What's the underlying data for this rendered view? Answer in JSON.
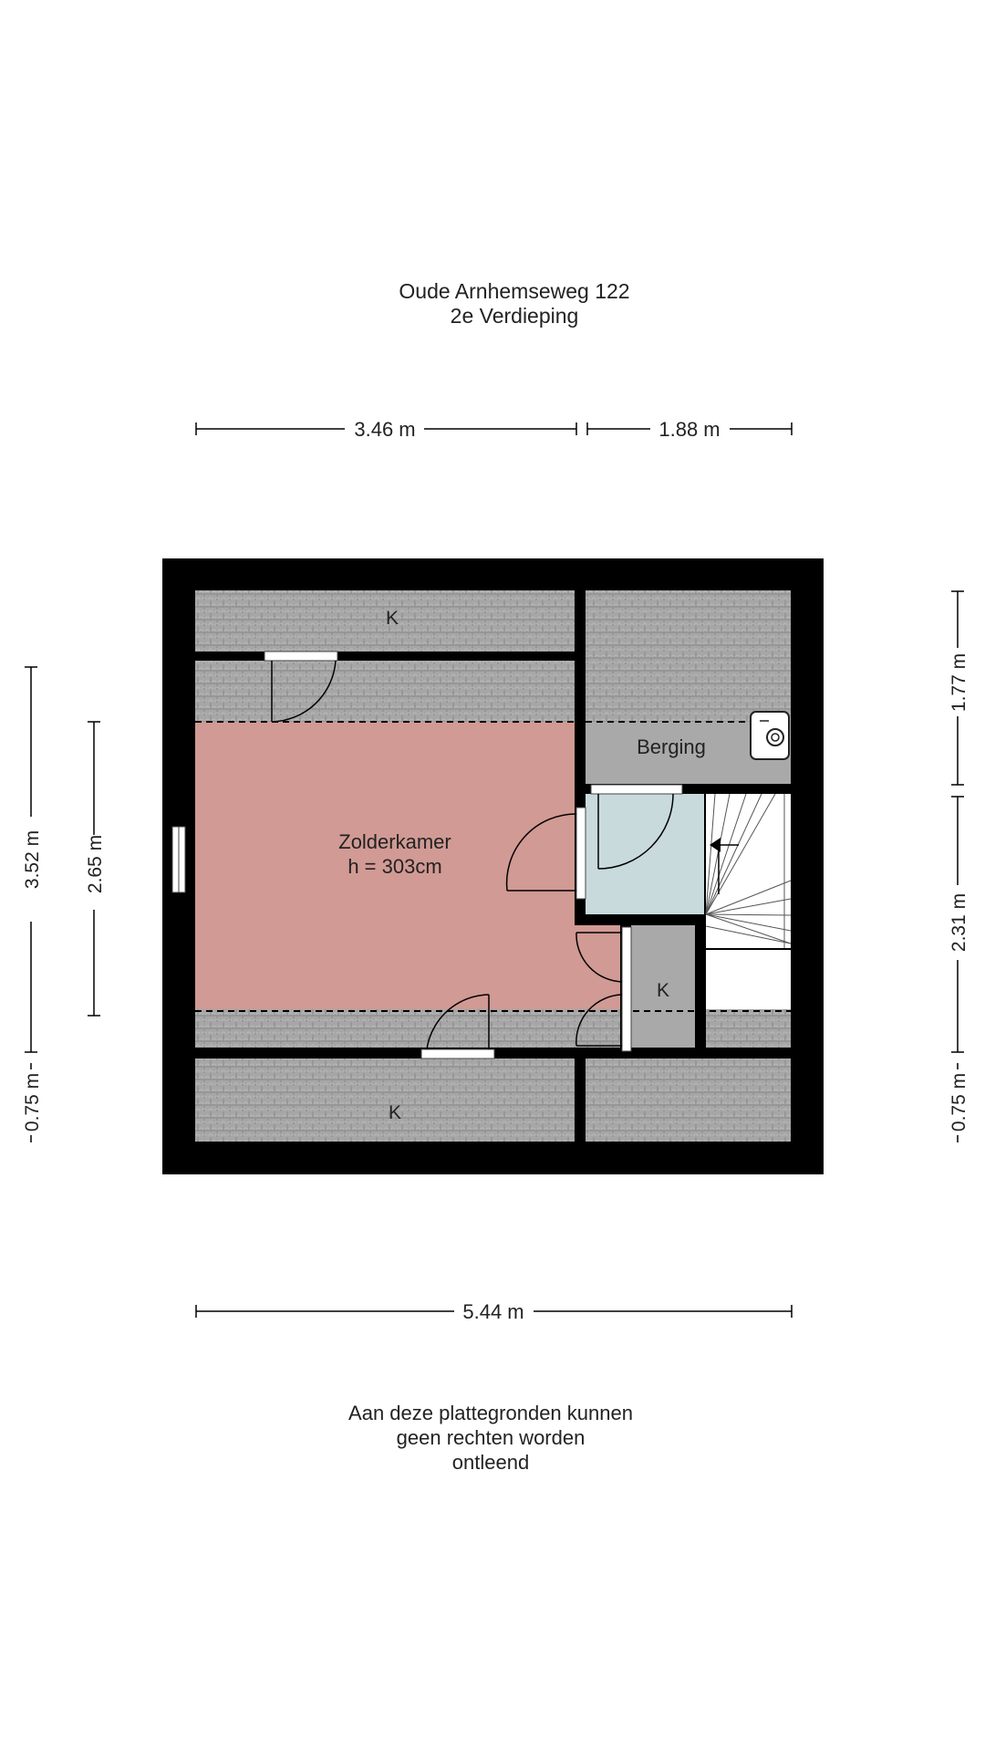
{
  "header": {
    "address": "Oude Arnhemseweg 122",
    "floor": "2e Verdieping"
  },
  "dimensions": {
    "top_left": "3.46 m",
    "top_right": "1.88 m",
    "bottom": "5.44 m",
    "left_outer": "3.52 m",
    "left_inner": "2.65 m",
    "left_bottom": "0.75 m",
    "right_top": "1.77 m",
    "right_middle": "2.31 m",
    "right_bottom": "0.75 m"
  },
  "rooms": {
    "zolderkamer_name": "Zolderkamer",
    "zolderkamer_height": "h = 303cm",
    "berging": "Berging",
    "knieschot_top": "K",
    "knieschot_bottom": "K",
    "knieschot_small": "K"
  },
  "colors": {
    "wall": "#000000",
    "zolderkamer": "#d19a94",
    "roof_slope": "#a2a2a2",
    "berging": "#a9a9a9",
    "landing": "#c9dadc",
    "stair": "#ffffff"
  },
  "footer": {
    "line1": "Aan deze plattegronden kunnen",
    "line2": "geen rechten worden",
    "line3": "ontleend"
  }
}
